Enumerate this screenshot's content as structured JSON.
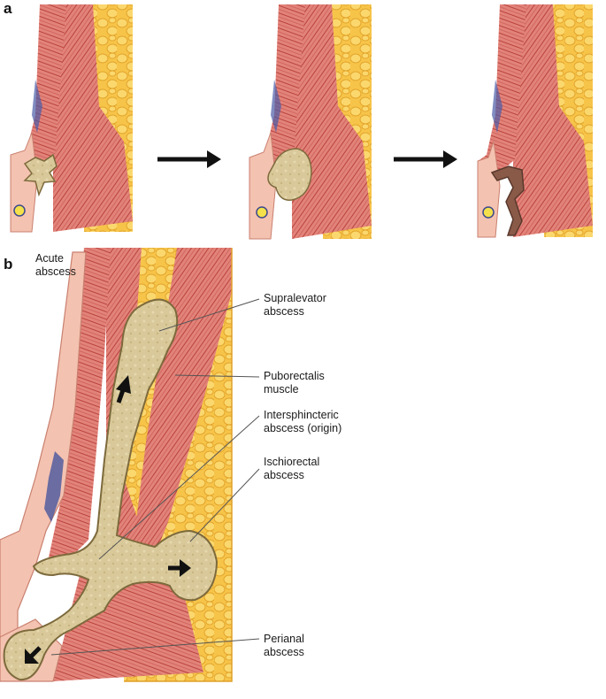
{
  "panels": {
    "a": "a",
    "b": "b"
  },
  "acute_abscess": [
    "Acute",
    "abscess"
  ],
  "labels": {
    "supralevator": [
      "Supralevator",
      "abscess"
    ],
    "puborectalis": [
      "Puborectalis",
      "muscle"
    ],
    "intersphincteric": [
      "Intersphincteric",
      "abscess (origin)"
    ],
    "ischiorectal": [
      "Ischiorectal",
      "abscess"
    ],
    "perianal": [
      "Perianal",
      "abscess"
    ]
  },
  "colors": {
    "fat": "#f7c44a",
    "fat_border": "#e8a92c",
    "muscle": "#e07a70",
    "muscle_stripe": "#b8433c",
    "mucosa": "#f4c2b0",
    "abscess": "#d9c99a",
    "abscess_border": "#7d6a3c",
    "arrow": "#111111"
  }
}
